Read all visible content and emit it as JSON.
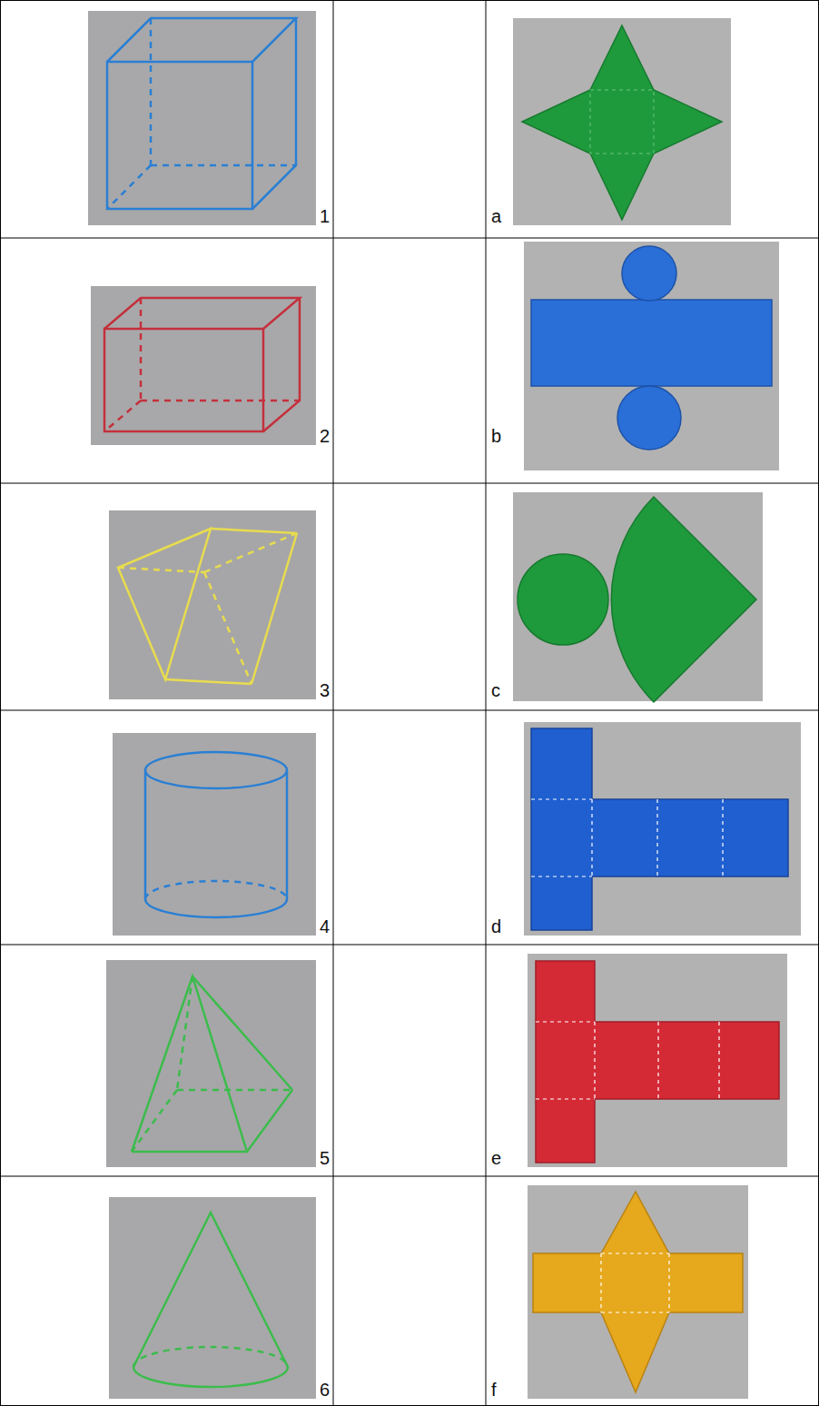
{
  "diagram": {
    "labels": [
      "1",
      "a",
      "2",
      "b",
      "3",
      "c",
      "4",
      "d",
      "5",
      "e",
      "6",
      "f"
    ]
  }
}
